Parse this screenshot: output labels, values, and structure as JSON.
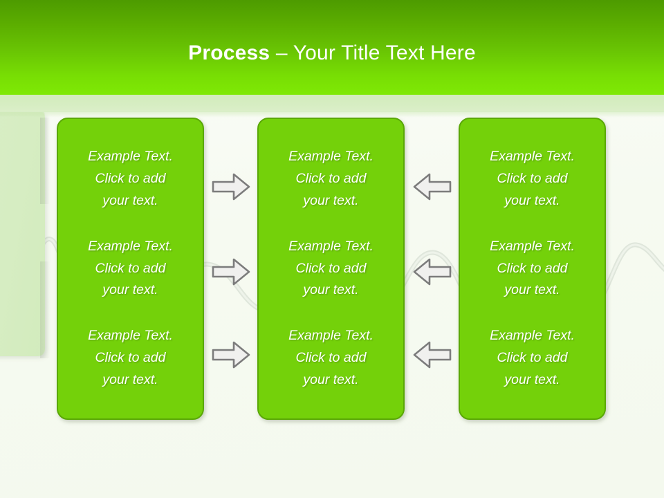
{
  "slide": {
    "title": {
      "bold_part": "Process",
      "regular_part": " – Your Title Text Here"
    },
    "theme": {
      "header_top_color": "#4d9b00",
      "header_bottom_color": "#7fe905",
      "box_fill": "#74d10a",
      "box_border": "#5aa806",
      "pale_band": "#d6edc2",
      "background": "#f6faf1",
      "text_color": "#ffffff",
      "arrow_fill": "#f0f0ee",
      "arrow_stroke": "#7c7c7c"
    },
    "columns": [
      {
        "name": "column-1",
        "blocks": [
          "Example Text.\nClick  to add\nyour text.",
          "Example Text.\nClick  to add\nyour text.",
          "Example Text.\nClick  to add\nyour text."
        ]
      },
      {
        "name": "column-2",
        "blocks": [
          "Example Text.\nClick  to add\nyour text.",
          "Example Text.\nClick  to add\nyour text.",
          "Example Text.\nClick  to add\nyour text."
        ]
      },
      {
        "name": "column-3",
        "blocks": [
          "Example Text.\nClick  to add\nyour text.",
          "Example Text.\nClick  to add\nyour text.",
          "Example Text.\nClick  to add\nyour text."
        ]
      }
    ],
    "arrows": [
      {
        "name": "arrow-right-row-1",
        "direction": "right",
        "row": 1
      },
      {
        "name": "arrow-left-row-1",
        "direction": "left",
        "row": 1
      },
      {
        "name": "arrow-right-row-2",
        "direction": "right",
        "row": 2
      },
      {
        "name": "arrow-left-row-2",
        "direction": "left",
        "row": 2
      },
      {
        "name": "arrow-right-row-3",
        "direction": "right",
        "row": 3
      },
      {
        "name": "arrow-left-row-3",
        "direction": "left",
        "row": 3
      }
    ]
  }
}
